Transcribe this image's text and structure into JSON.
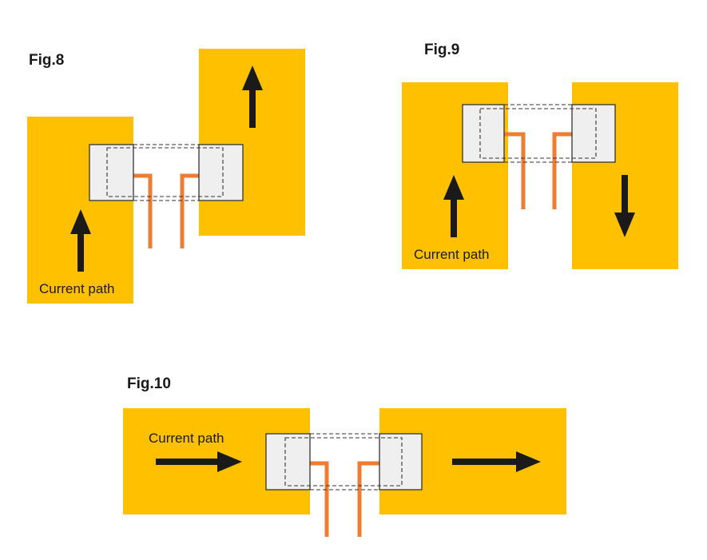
{
  "colors": {
    "background": "#ffffff",
    "conductor": "#ffc000",
    "component_fill": "#efefef",
    "component_stroke": "#333333",
    "lead": "#ed7d31",
    "arrow": "#1a1a1a"
  },
  "figures": [
    {
      "id": "fig8",
      "title": "Fig.8",
      "current_label": "Current path",
      "arrows": [
        "up",
        "up"
      ]
    },
    {
      "id": "fig9",
      "title": "Fig.9",
      "current_label": "Current path",
      "arrows": [
        "up",
        "down"
      ]
    },
    {
      "id": "fig10",
      "title": "Fig.10",
      "current_label": "Current path",
      "arrows": [
        "right",
        "right"
      ]
    }
  ]
}
